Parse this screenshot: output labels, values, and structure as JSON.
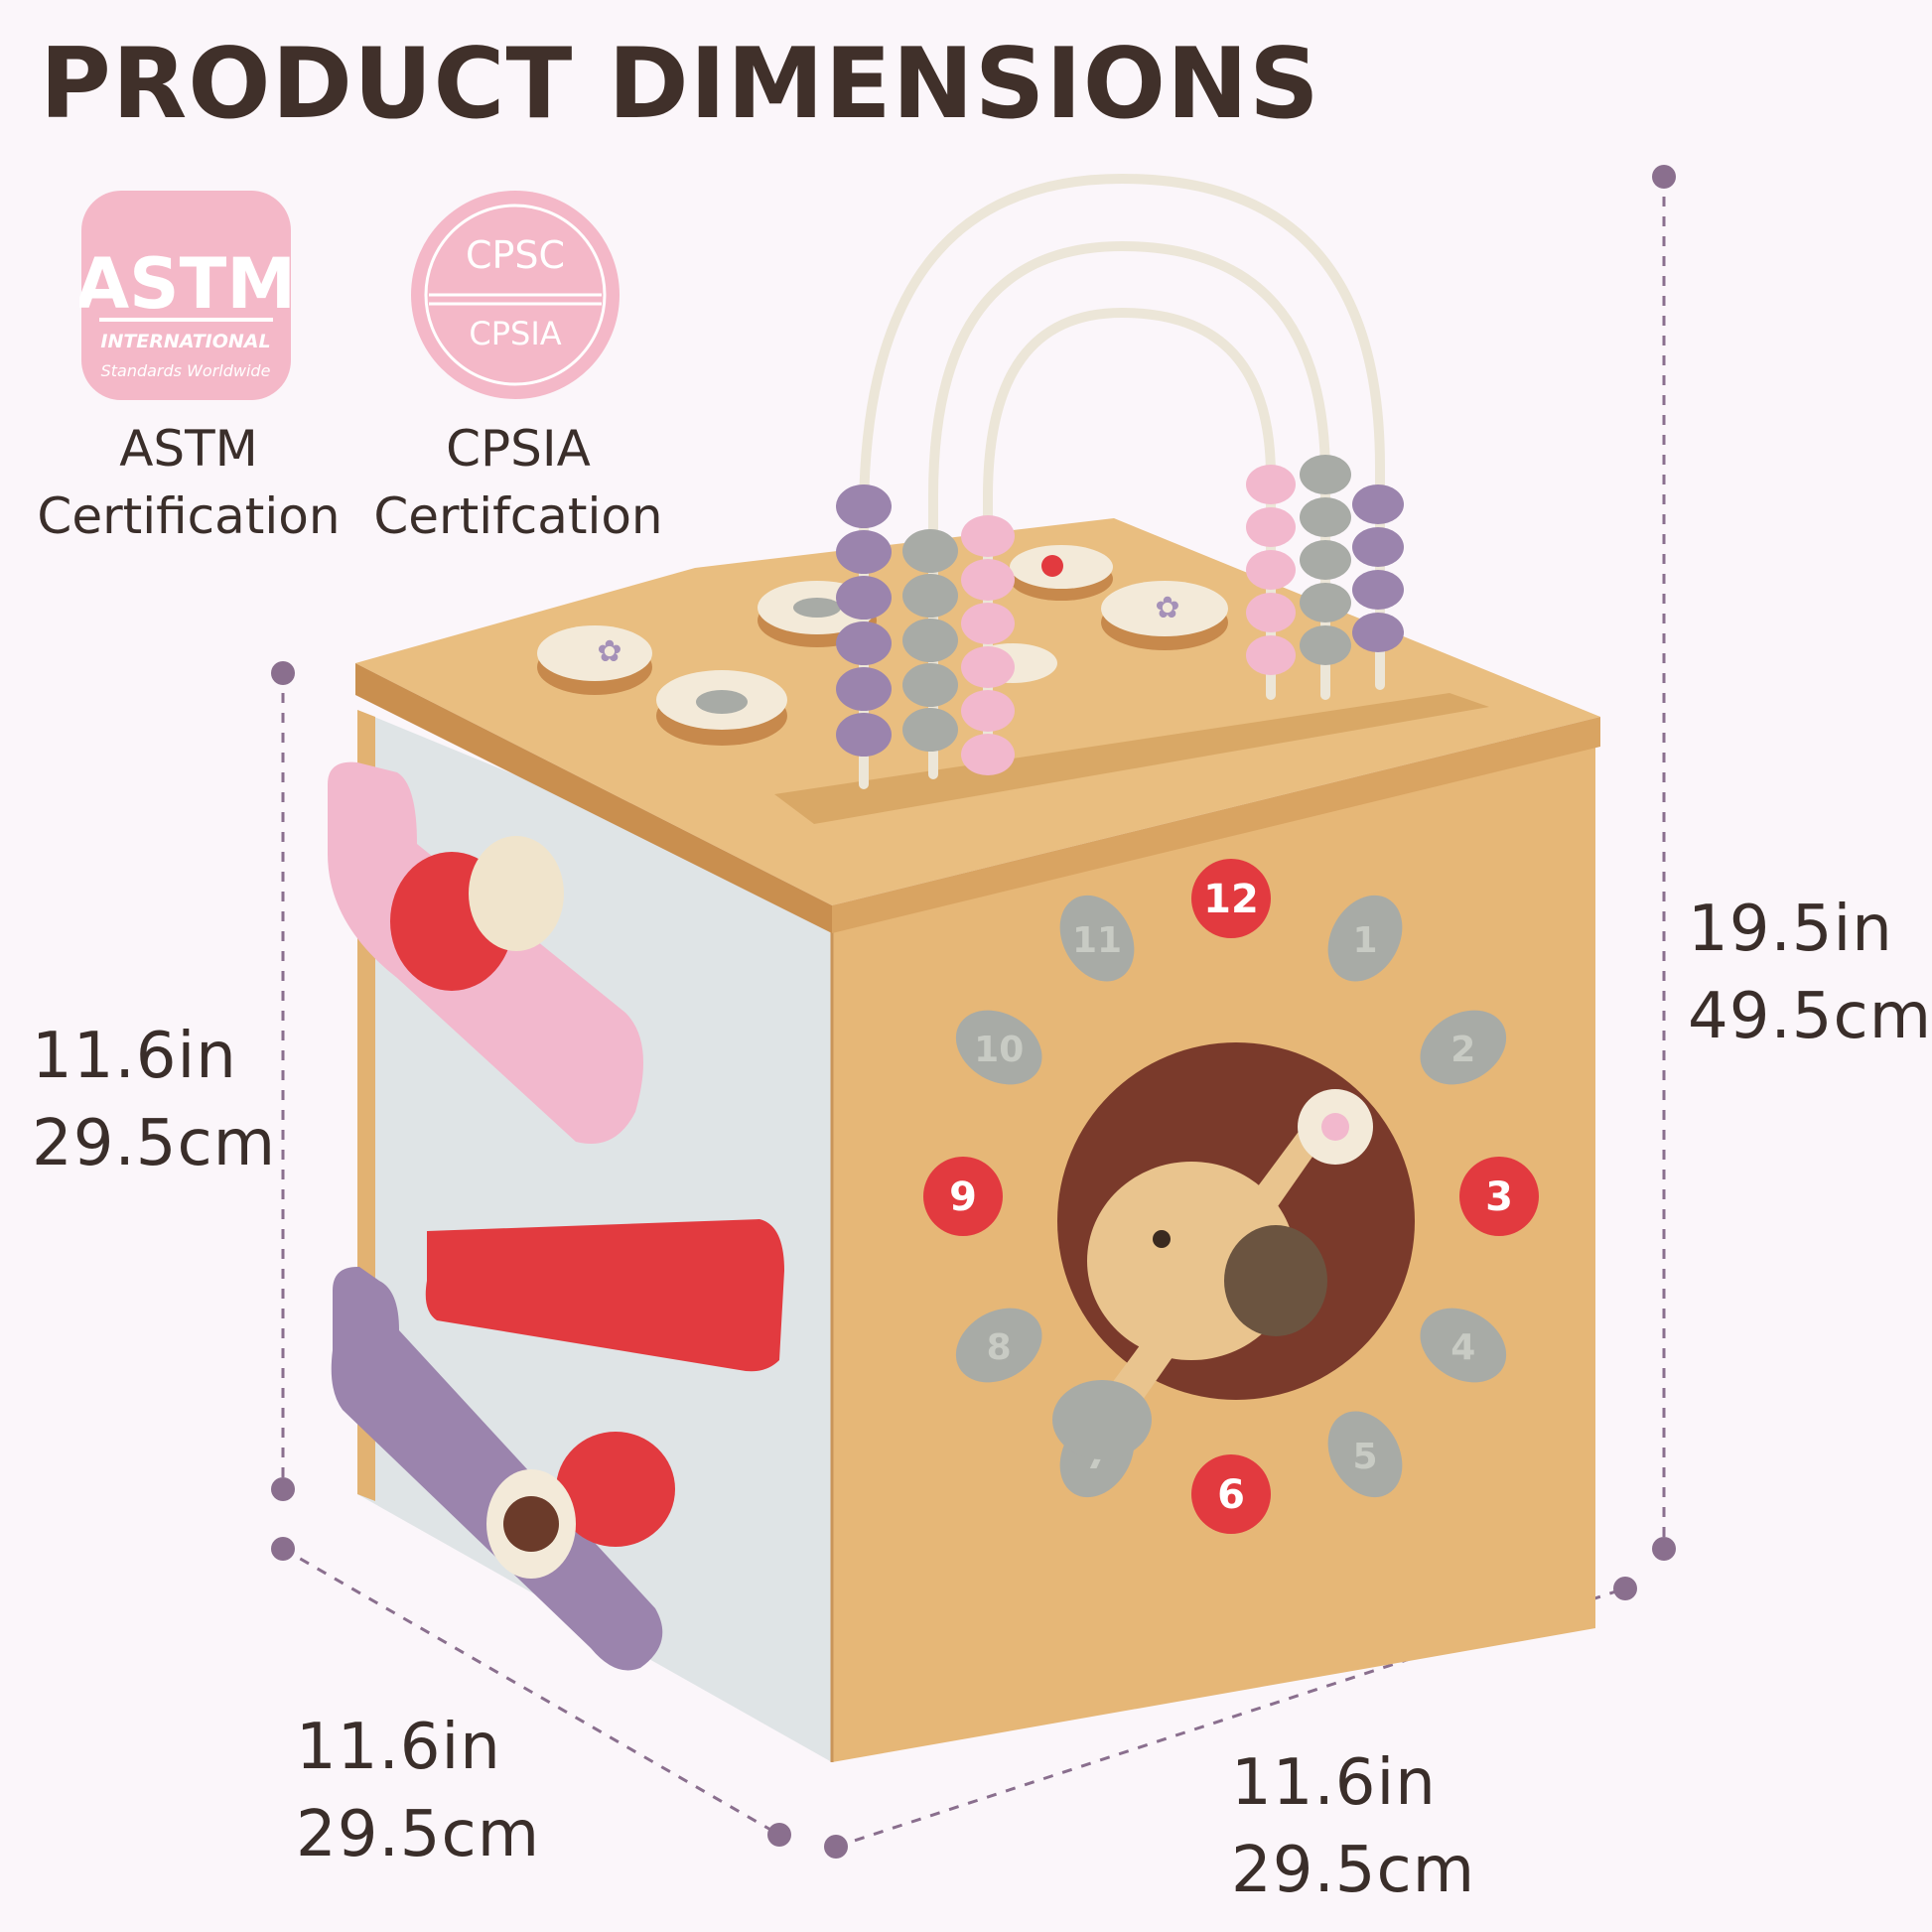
{
  "title": "PRODUCT DIMENSIONS",
  "certifications": [
    {
      "badge_top": "ASTM",
      "badge_mid": "INTERNATIONAL",
      "badge_bottom": "Standards Worldwide",
      "label_line1": "ASTM",
      "label_line2": "Certification"
    },
    {
      "badge_top": "CPSC",
      "badge_bottom": "CPSIA",
      "label_line1": "CPSIA",
      "label_line2": "Certifcation"
    }
  ],
  "dimensions": {
    "height_total": {
      "imperial": "19.5in",
      "metric": "49.5cm"
    },
    "height_box": {
      "imperial": "11.6in",
      "metric": "29.5cm"
    },
    "depth": {
      "imperial": "11.6in",
      "metric": "29.5cm"
    },
    "width": {
      "imperial": "11.6in",
      "metric": "29.5cm"
    }
  },
  "clock_numbers": [
    "12",
    "1",
    "2",
    "3",
    "4",
    "5",
    "6",
    "7",
    "8",
    "9",
    "10",
    "11"
  ],
  "colors": {
    "background": "#fbf6fa",
    "badge_pink": "#f4b8c8",
    "dimension_line": "#8a6f8e",
    "wood": "#e6b777",
    "side_panel": "#dfe4e6",
    "red": "#e23a3f",
    "pink": "#f2b8cd",
    "lavender": "#9b84ad",
    "sage": "#a8aba6"
  }
}
